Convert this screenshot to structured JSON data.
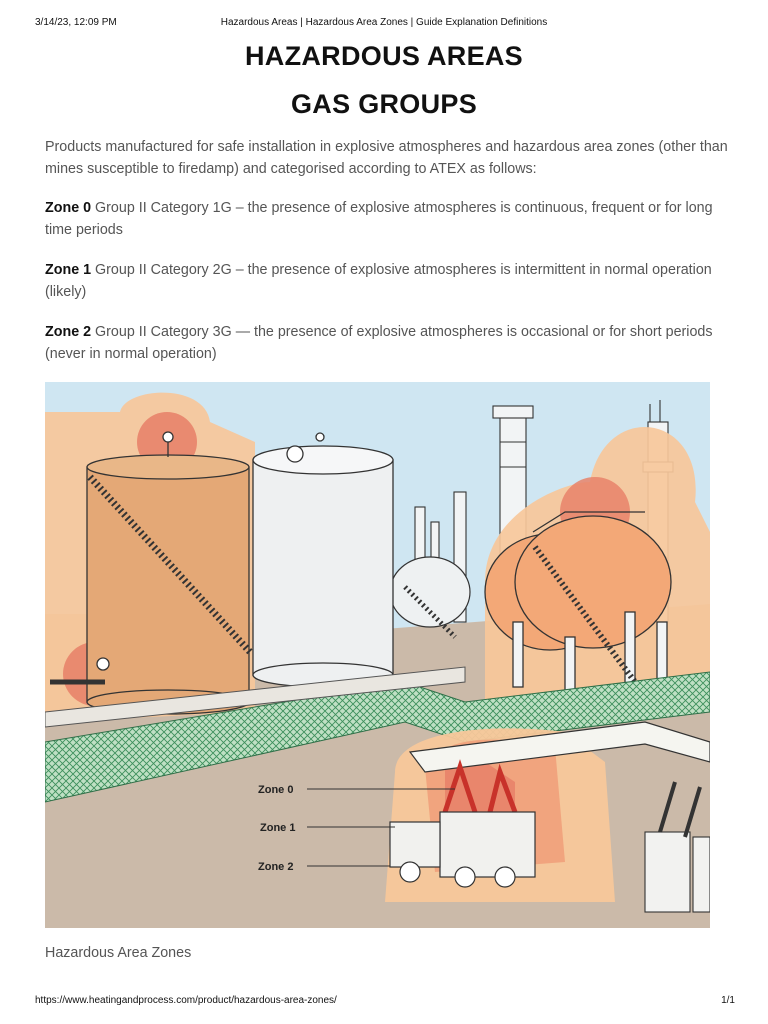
{
  "print_header": {
    "datetime": "3/14/23, 12:09 PM",
    "page_title": "Hazardous Areas | Hazardous Area Zones | Guide Explanation Definitions"
  },
  "title_line1": "HAZARDOUS AREAS",
  "title_line2": "GAS GROUPS",
  "intro": "Products manufactured for safe installation in explosive atmospheres and hazardous area zones (other than mines susceptible to firedamp) and categorised according to ATEX as follows:",
  "zones": [
    {
      "label": "Zone 0",
      "text": " Group II Category 1G – the presence of explosive atmospheres is continuous, frequent or for long time periods"
    },
    {
      "label": "Zone 1",
      "text": " Group II Category 2G – the presence of explosive atmospheres is intermittent in normal operation (likely)"
    },
    {
      "label": "Zone 2",
      "text": " Group II Category 3G — the presence of explosive atmospheres is occasional or for short periods (never in normal operation)"
    }
  ],
  "illustration": {
    "legend": [
      "Zone 0",
      "Zone 1",
      "Zone 2"
    ],
    "colors": {
      "sky": "#cfe6f2",
      "ground": "#c9b8a8",
      "zone0": "#e8836a",
      "zone1": "#f0a27c",
      "zone2": "#f7c79a",
      "fence": "#4a9a6a"
    }
  },
  "caption": "Hazardous Area Zones",
  "print_footer": {
    "url": "https://www.heatingandprocess.com/product/hazardous-area-zones/",
    "page": "1/1"
  }
}
